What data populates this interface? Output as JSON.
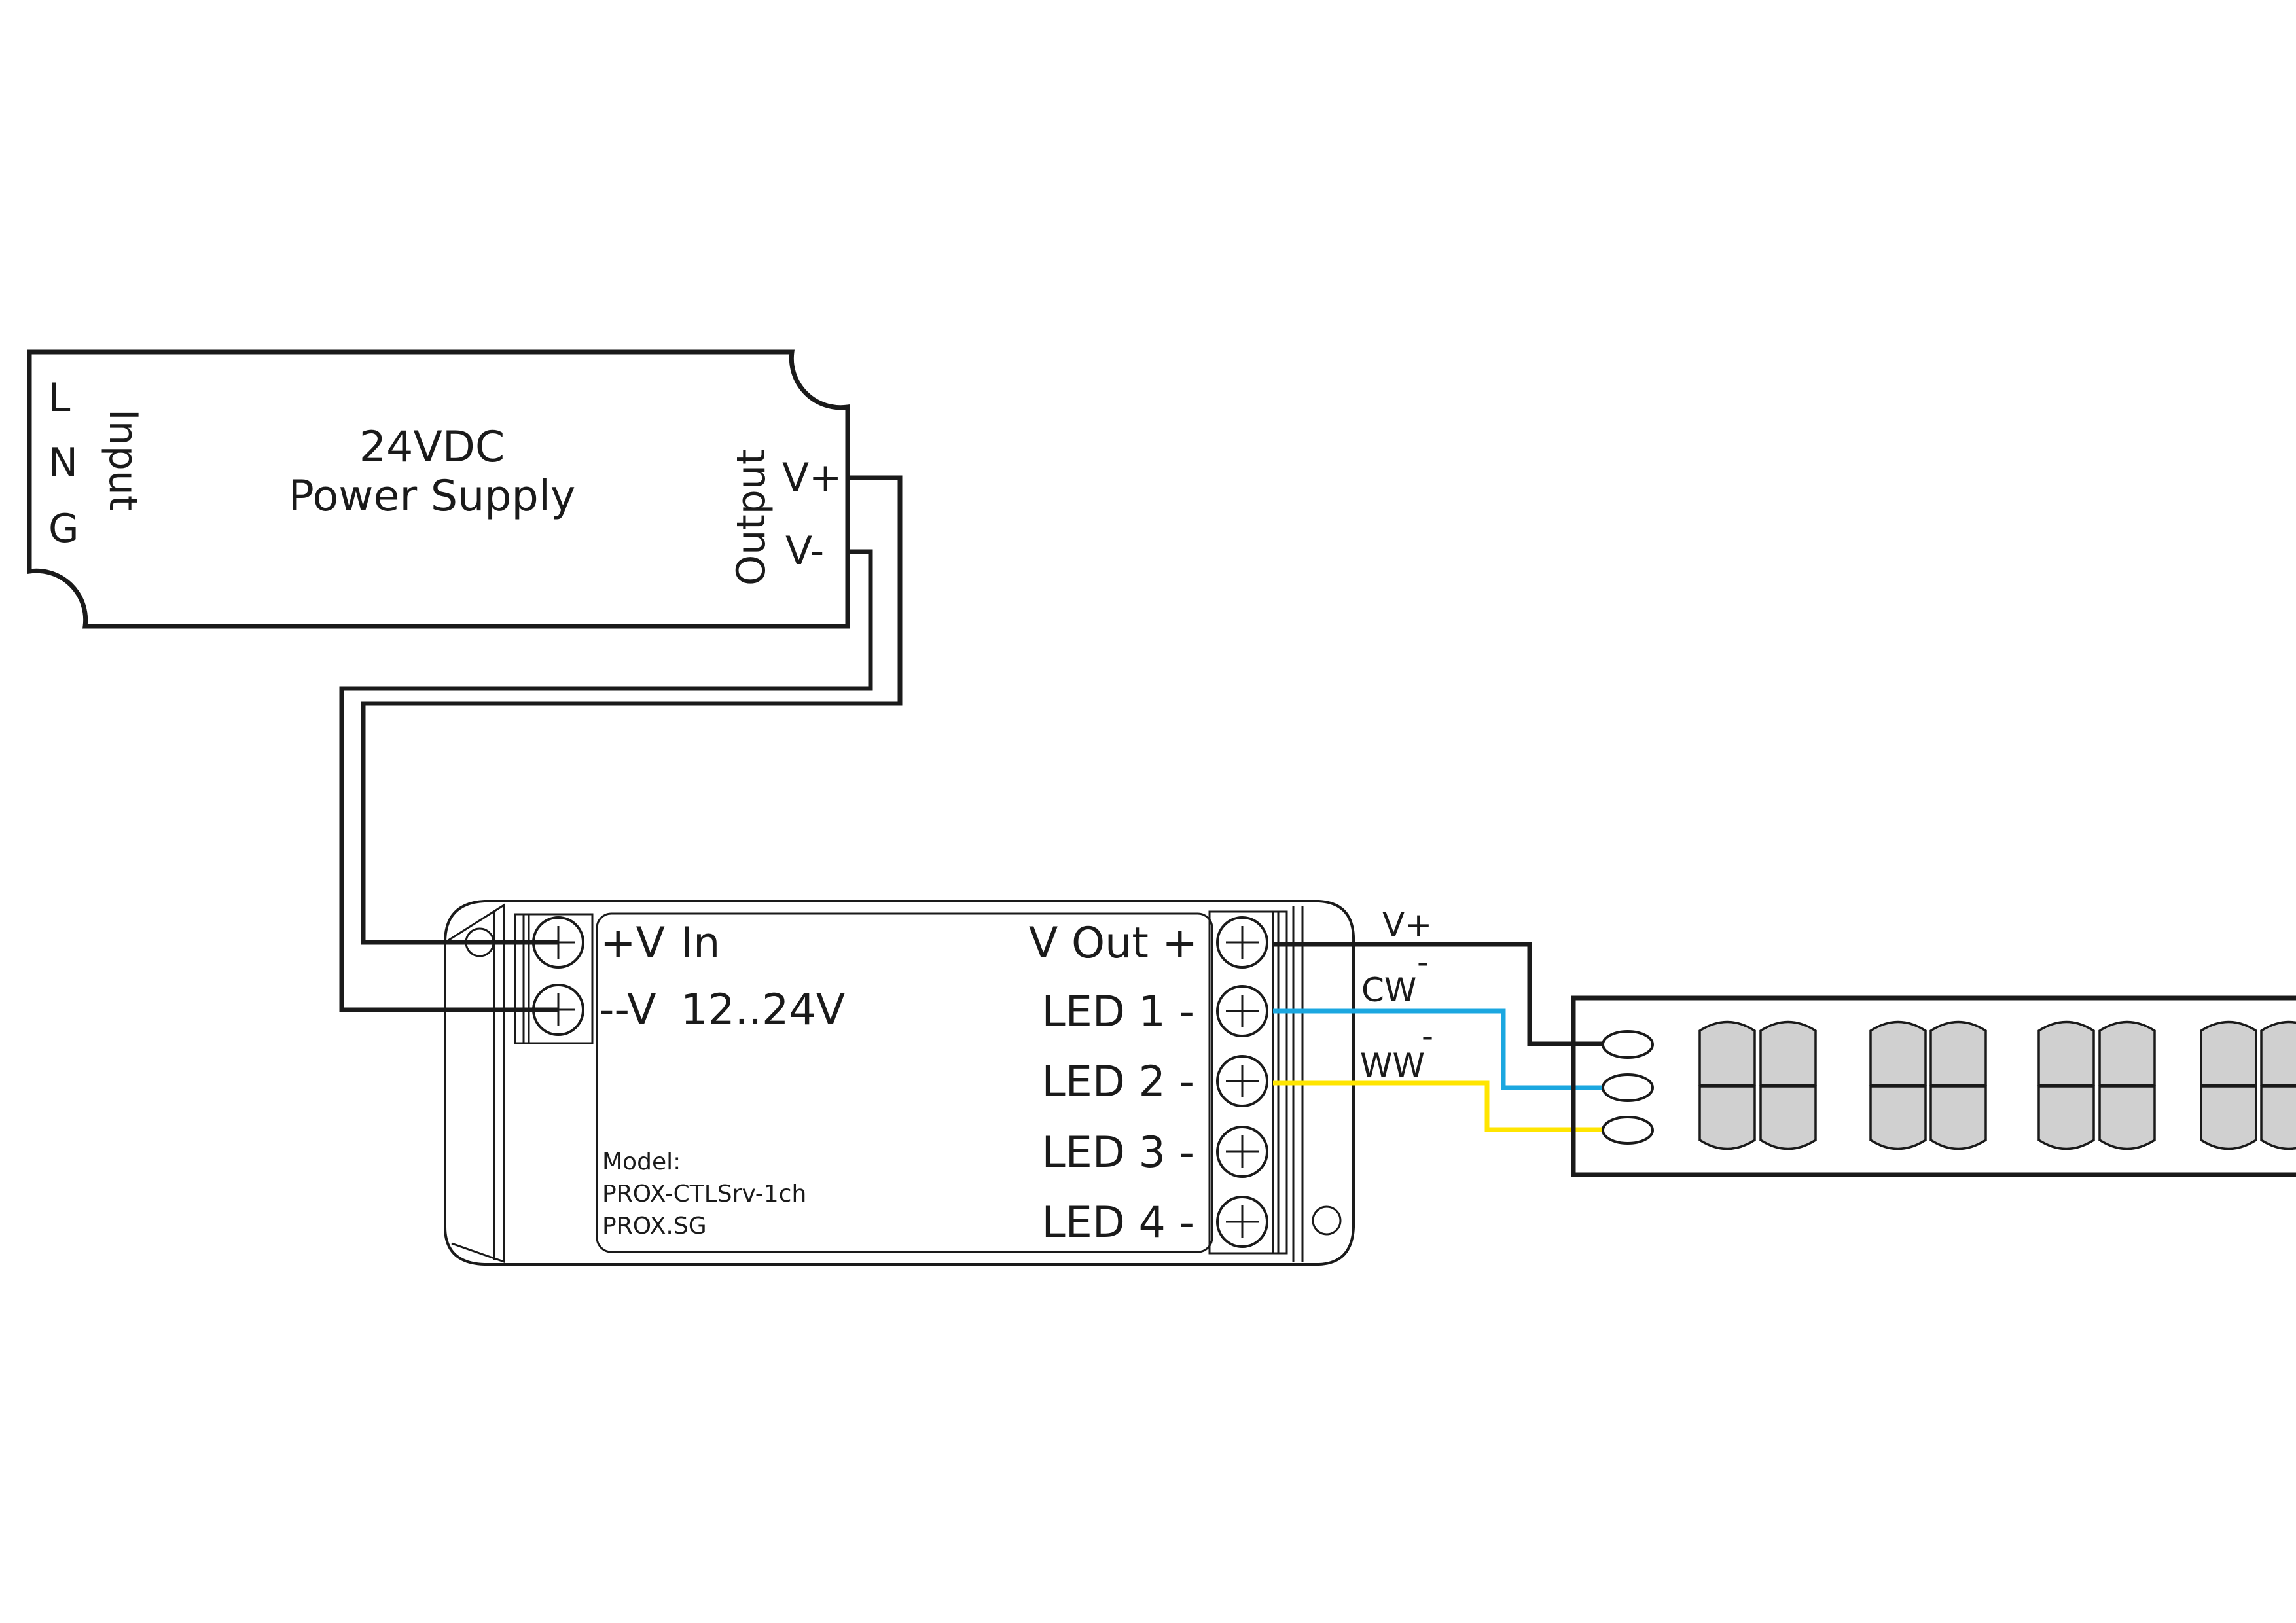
{
  "power_supply": {
    "title_line1": "24VDC",
    "title_line2": "Power Supply",
    "input_label": "Input",
    "input_terminals": [
      "L",
      "N",
      "G"
    ],
    "output_label": "Output",
    "output_terminals": [
      "V+",
      "V-"
    ]
  },
  "controller": {
    "in_terminals": [
      {
        "sign": "+V",
        "desc": "In"
      },
      {
        "sign": "--V",
        "desc": "12..24V"
      }
    ],
    "out_terminals": [
      "V  Out +",
      "LED 1 -",
      "LED 2 -",
      "LED 3 -",
      "LED 4 -"
    ],
    "model_label": "Model:",
    "model_name": "PROX-CTLSrv-1ch",
    "brand": "PROX.SG"
  },
  "wires": {
    "vplus_label": "V+",
    "cw_label": "CW",
    "ww_label": "WW",
    "minus_sign": "-",
    "colors": {
      "power": "#1a1a1a",
      "cw": "#1ba7e0",
      "ww": "#ffe500"
    }
  },
  "led_strip": {
    "led_fill": "#d0d0d0"
  },
  "icons": [
    "screw-terminal-icon",
    "mounting-hole-icon"
  ]
}
